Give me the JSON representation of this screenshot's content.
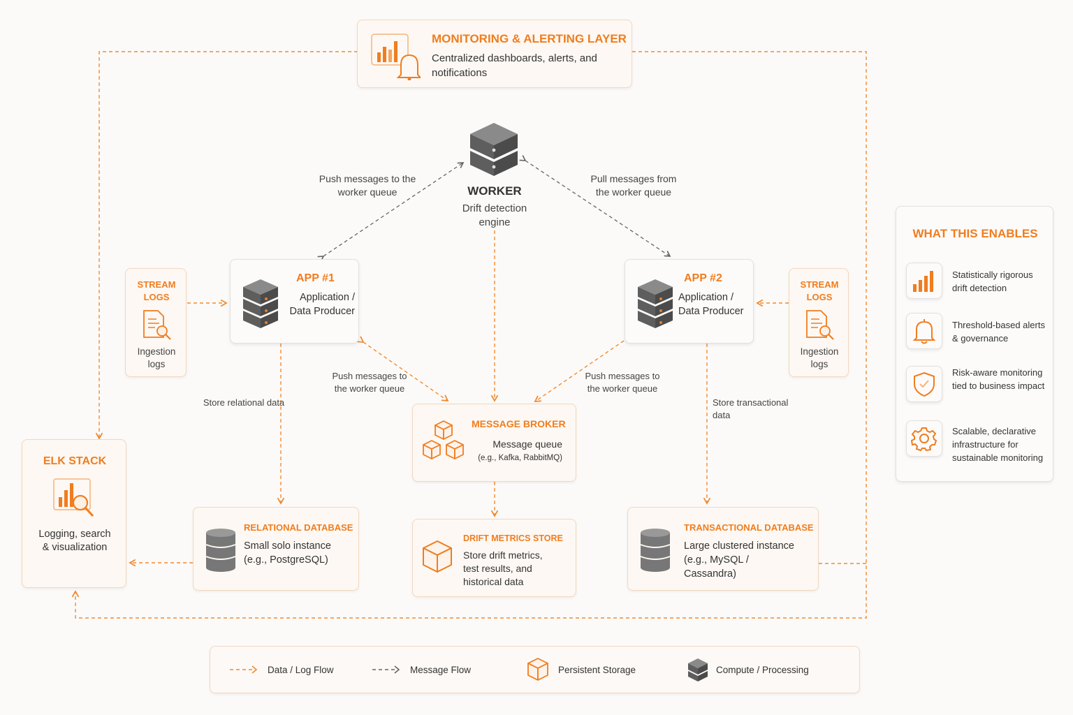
{
  "monitoring": {
    "title": "MONITORING & ALERTING LAYER",
    "desc": "Centralized dashboards, alerts, and notifications"
  },
  "worker": {
    "title": "WORKER",
    "desc": "Drift detection engine"
  },
  "edges": {
    "push_worker": "Push messages to the worker queue",
    "pull_worker": "Pull messages from the worker queue",
    "push_broker_left": "Push messages to the worker queue",
    "push_broker_right": "Push messages to the worker queue",
    "store_relational": "Store relational data",
    "store_transactional": "Store transactional data"
  },
  "app1": {
    "title": "APP #1",
    "desc": "Application / Data Producer"
  },
  "app2": {
    "title": "APP #2",
    "desc": "Application / Data Producer"
  },
  "stream_left": {
    "title": "STREAM LOGS",
    "desc": "Ingestion logs"
  },
  "stream_right": {
    "title": "STREAM LOGS",
    "desc": "Ingestion logs"
  },
  "broker": {
    "title": "MESSAGE BROKER",
    "desc": "Message queue",
    "sub": "(e.g., Kafka, RabbitMQ)"
  },
  "elk": {
    "title": "ELK STACK",
    "desc": "Logging, search & visualization"
  },
  "relational": {
    "title": "RELATIONAL DATABASE",
    "desc": "Small solo instance (e.g., PostgreSQL)"
  },
  "metrics": {
    "title": "DRIFT METRICS STORE",
    "desc": "Store drift metrics, test results, and historical data"
  },
  "transactional": {
    "title": "TRANSACTIONAL DATABASE",
    "desc": "Large clustered instance (e.g., MySQL / Cassandra)"
  },
  "enables": {
    "title": "WHAT THIS ENABLES",
    "items": [
      {
        "icon": "bar-chart-icon",
        "text": "Statistically rigorous drift detection"
      },
      {
        "icon": "bell-icon",
        "text": "Threshold-based alerts & governance"
      },
      {
        "icon": "shield-icon",
        "text": "Risk-aware monitoring tied to business impact"
      },
      {
        "icon": "gear-icon",
        "text": "Scalable, declarative infrastructure for sustainable monitoring"
      }
    ]
  },
  "legend": {
    "data_flow": "Data / Log Flow",
    "message_flow": "Message Flow",
    "storage": "Persistent Storage",
    "compute": "Compute / Processing"
  },
  "colors": {
    "accent": "#f07d1f",
    "gray": "#6b6b6b"
  }
}
